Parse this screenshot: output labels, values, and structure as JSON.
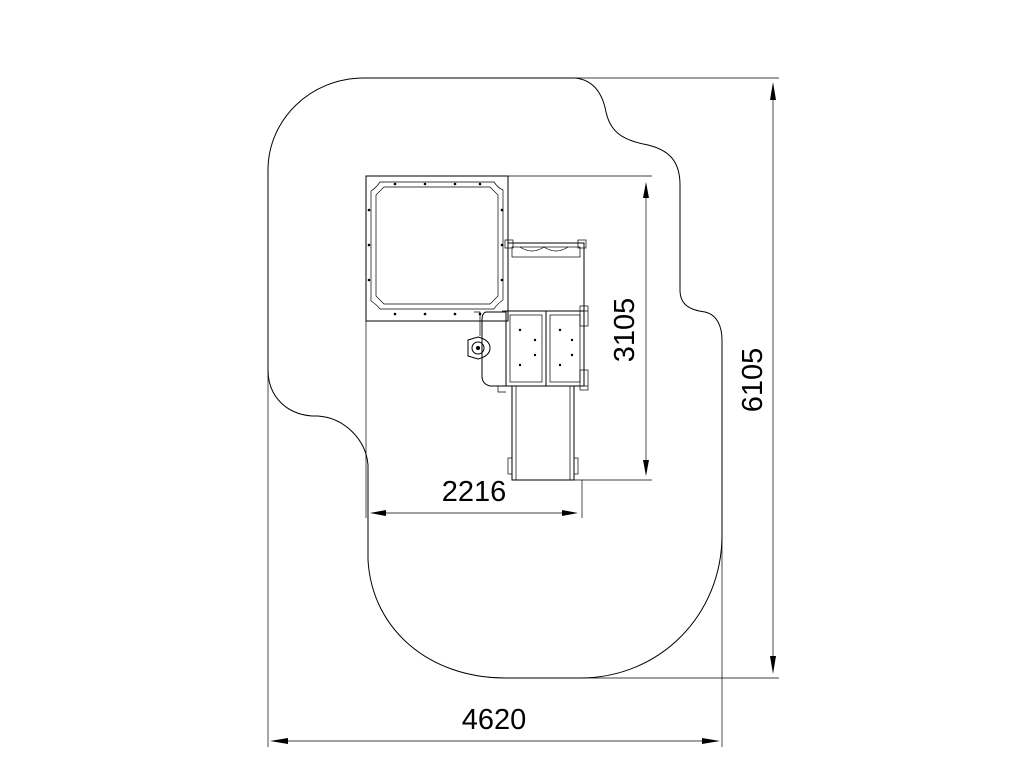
{
  "dimensions": {
    "overall_width": "4620",
    "overall_height": "6105",
    "structure_width": "2216",
    "structure_height": "3105"
  },
  "colors": {
    "stroke": "#000000",
    "background": "#ffffff"
  }
}
